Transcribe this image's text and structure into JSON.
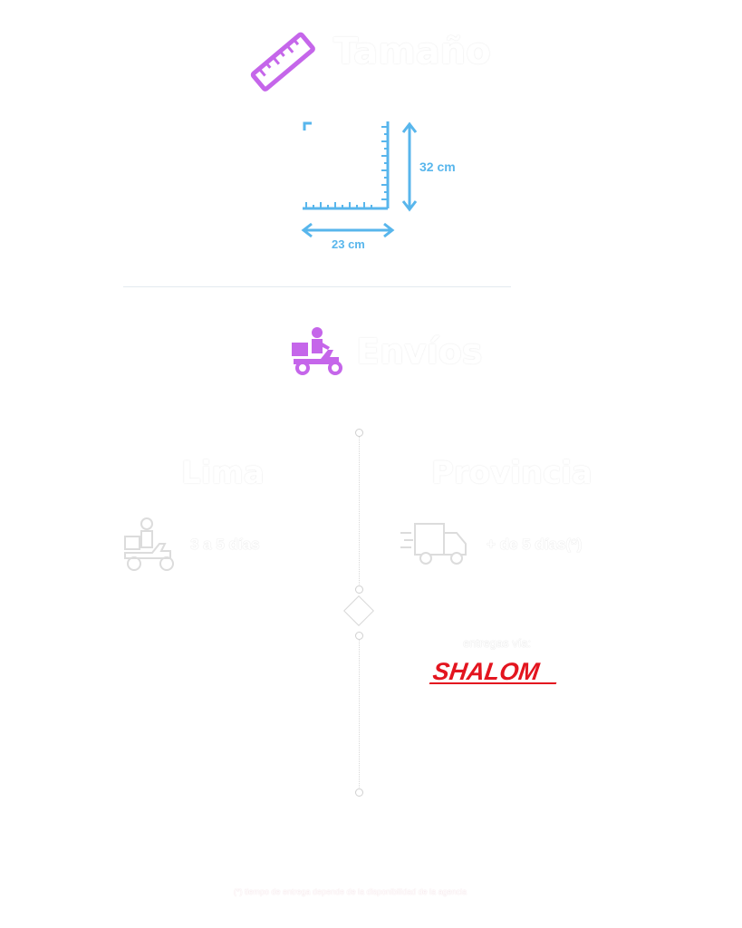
{
  "size_section": {
    "title": "Tamaño",
    "height_label": "32 cm",
    "width_label": "23 cm",
    "colors": {
      "icon": "#c566ea",
      "dimensions": "#58b6ec"
    },
    "icon": "ruler-icon"
  },
  "shipping_section": {
    "title": "Envíos",
    "icon": "delivery-scooter-icon",
    "lima": {
      "title": "Lima",
      "time": "3 a 5 días",
      "icon": "scooter-courier-icon"
    },
    "provincia": {
      "title": "Provincia",
      "time": "+ de 5 días(*)",
      "icon": "fast-truck-icon",
      "carrier_label": "entregas vía:",
      "carrier_name": "SHALOM",
      "carrier_color": "#e3151f"
    }
  },
  "footnote": "(*) tiempo de entrega depende de la disponibilidad de la agencia"
}
